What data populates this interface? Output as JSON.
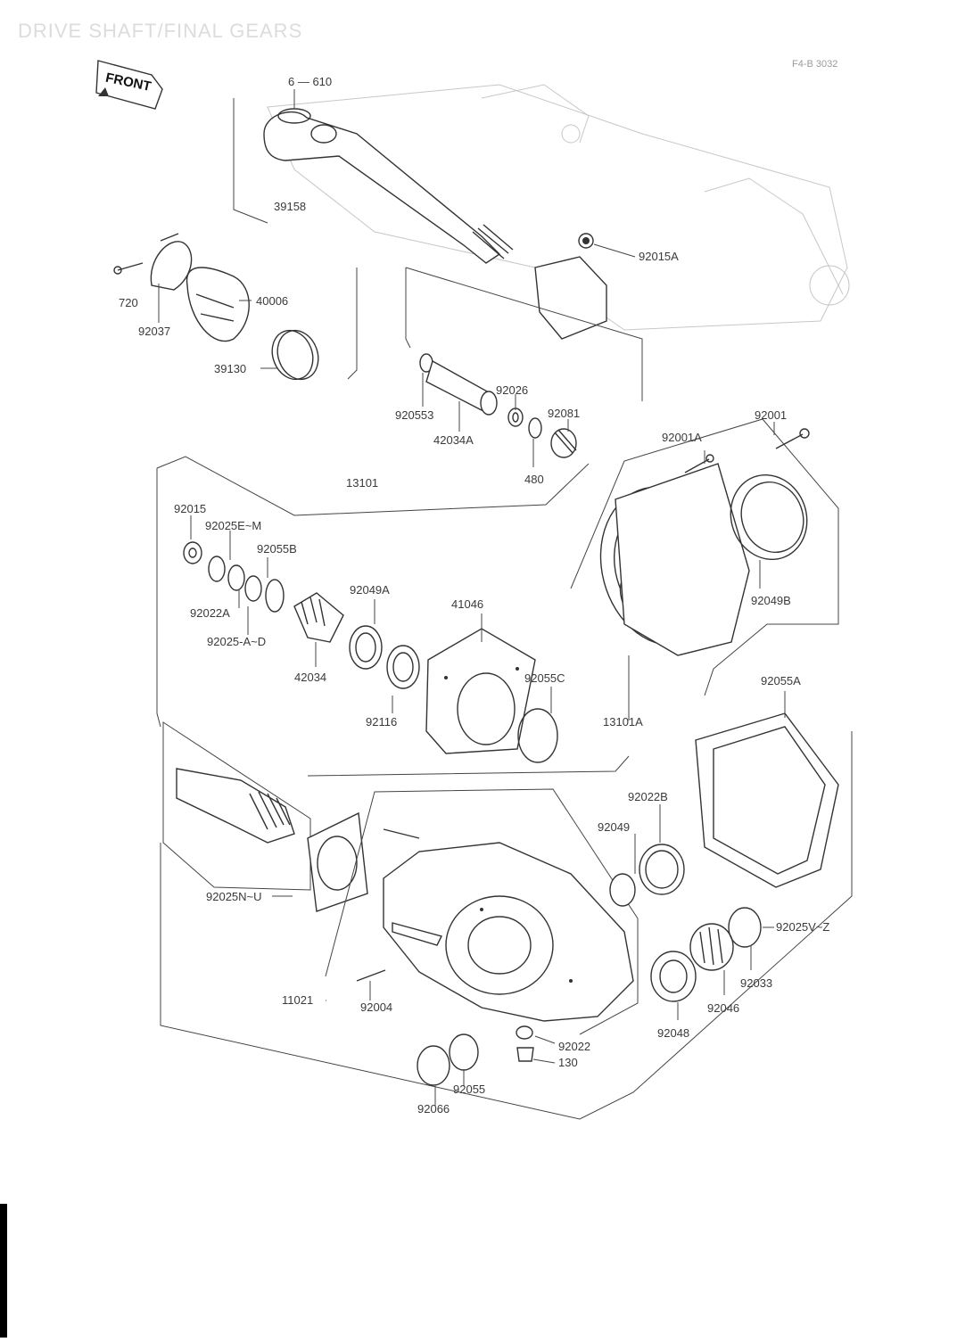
{
  "title": "DRIVE SHAFT/FINAL GEARS",
  "ref_code": "F4-B 3032",
  "front_label": "FRONT",
  "labels": {
    "p6_610": "6 — 610",
    "p39158": "39158",
    "p92015A": "92015A",
    "p720": "720",
    "p92037": "92037",
    "p40006": "40006",
    "p39130": "39130",
    "p92026": "92026",
    "p92081": "92081",
    "p920553": "920553",
    "p42034A": "42034A",
    "p480": "480",
    "p92001": "92001",
    "p92001A": "92001A",
    "p13101": "13101",
    "p92015": "92015",
    "p92025E": "92025E~M",
    "p92055B": "92055B",
    "p92049A": "92049A",
    "p92022A": "92022A",
    "p92025A": "92025-A~D",
    "p42034": "42034",
    "p41046": "41046",
    "p92049B": "92049B",
    "p92055C": "92055C",
    "p92116": "92116",
    "p13101A": "13101A",
    "p92055A": "92055A",
    "p92022B": "92022B",
    "p92049": "92049",
    "p92025N": "92025N~U",
    "p92025V": "92025V~Z",
    "p92033": "92033",
    "p11021": "11021",
    "p92004": "92004",
    "p92046": "92046",
    "p92048": "92048",
    "p92022": "92022",
    "p130": "130",
    "p92055": "92055",
    "p92066": "92066"
  }
}
